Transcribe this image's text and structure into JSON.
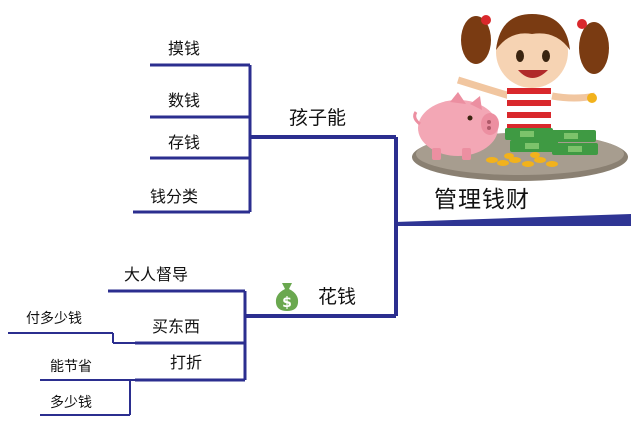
{
  "root": {
    "label": "管理钱财"
  },
  "branches": [
    {
      "label": "孩子能",
      "children": [
        {
          "label": "摸钱"
        },
        {
          "label": "数钱"
        },
        {
          "label": "存钱"
        },
        {
          "label": "钱分类"
        }
      ]
    },
    {
      "label": "花钱",
      "icon": "money-bag-icon",
      "children": [
        {
          "label": "大人督导"
        },
        {
          "label": "买东西",
          "children": [
            {
              "label": "付多少钱"
            }
          ]
        },
        {
          "label": "打折",
          "children": [
            {
              "label": "能节省"
            },
            {
              "label": "多少钱"
            }
          ]
        }
      ]
    }
  ],
  "colors": {
    "line": "#2b2e8f",
    "root_line": "#2f3594",
    "icon_bag": "#6aa84f",
    "piggy": "#f3a7b5",
    "cash": "#3f9a43",
    "coin": "#f2b21c"
  }
}
